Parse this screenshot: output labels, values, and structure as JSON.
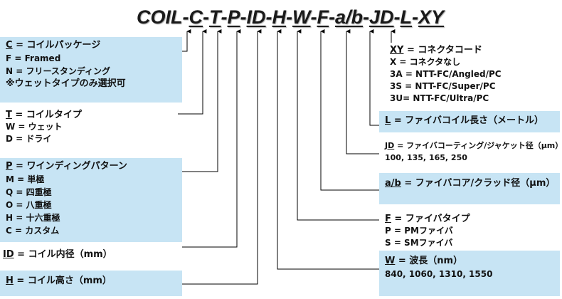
{
  "code": {
    "segments": [
      {
        "text": "COIL-",
        "u": false
      },
      {
        "text": "C",
        "u": true
      },
      {
        "text": "-",
        "u": false
      },
      {
        "text": "T",
        "u": true
      },
      {
        "text": "-",
        "u": false
      },
      {
        "text": "P",
        "u": true
      },
      {
        "text": "-",
        "u": false
      },
      {
        "text": "ID",
        "u": true
      },
      {
        "text": "-",
        "u": false
      },
      {
        "text": "H",
        "u": true
      },
      {
        "text": "-",
        "u": false
      },
      {
        "text": "W",
        "u": true
      },
      {
        "text": "-",
        "u": false
      },
      {
        "text": "F",
        "u": true
      },
      {
        "text": "-",
        "u": false
      },
      {
        "text": "a/b",
        "u": true
      },
      {
        "text": "-",
        "u": false
      },
      {
        "text": "JD",
        "u": true
      },
      {
        "text": "-",
        "u": false
      },
      {
        "text": "L",
        "u": true
      },
      {
        "text": "-",
        "u": false
      },
      {
        "text": "XY",
        "u": true
      }
    ]
  },
  "boxes": {
    "c": {
      "key": "C",
      "title": " = コイルパッケージ",
      "lines": [
        "F = Framed",
        "N = フリースタンディング",
        "※ウェットタイプのみ選択可"
      ]
    },
    "t": {
      "key": "T",
      "title": " = コイルタイプ",
      "lines": [
        "W = ウェット",
        "D = ドライ"
      ]
    },
    "p": {
      "key": "P",
      "title": " = ワインディングパターン",
      "lines": [
        "M = 単極",
        "Q = 四重極",
        "O = 八重極",
        "H = 十六重極",
        "C = カスタム"
      ]
    },
    "id": {
      "key": "ID",
      "title": " = コイル内径（mm）"
    },
    "h": {
      "key": "H",
      "title": " = コイル高さ（mm）"
    },
    "xy": {
      "key": "XY",
      "title": " = コネクタコード",
      "lines": [
        "X = コネクタなし",
        "3A = NTT-FC/Angled/PC",
        "3S = NTT-FC/Super/PC",
        "3U= NTT-FC/Ultra/PC"
      ]
    },
    "l": {
      "key": "L",
      "title": " = ファイバコイル長さ（メートル）"
    },
    "jd": {
      "key": "JD",
      "title": " = ファイバコーティング/ジャケット径（µm）",
      "lines": [
        "100, 135, 165, 250"
      ]
    },
    "ab": {
      "key": "a/b",
      "title": " = ファイバコア/クラッド径（µm）"
    },
    "f": {
      "key": "F",
      "title": " = ファイバタイプ",
      "lines": [
        "P = PMファイバ",
        "S = SMファイバ"
      ]
    },
    "w": {
      "key": "W",
      "title": " = 波長（nm）",
      "lines": [
        "840, 1060, 1310, 1550"
      ]
    }
  },
  "colors": {
    "box_fill": "#c7e4f4",
    "line": "#000000"
  }
}
